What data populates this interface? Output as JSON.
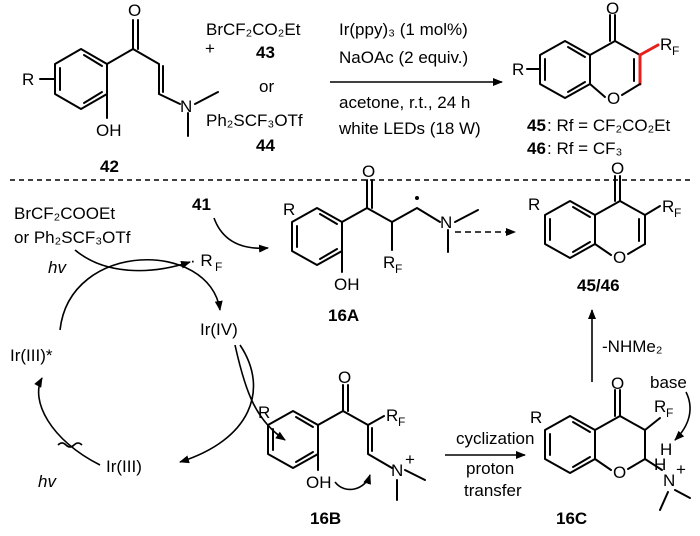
{
  "top": {
    "cpd42": "42",
    "reagent1": "BrCF₂CO₂Et",
    "reagent1_num": "43",
    "or_word": "or",
    "reagent2": "Ph₂SCF₃OTf",
    "reagent2_num": "44",
    "cond_catalyst": "Ir(ppy)₃ (1 mol%)",
    "cond_base": "NaOAc (2 equiv.)",
    "cond_solvent": "acetone, r.t., 24 h",
    "cond_light": "white LEDs (18 W)",
    "prod45_num": "45",
    "prod45_text": ": Rf = CF₂CO₂Et",
    "prod46_num": "46",
    "prod46_text": ": Rf = CF₃",
    "plus": "+"
  },
  "mech": {
    "reagent_line1": "BrCF₂COOEt",
    "reagent_line2": "or Ph₂SCF₃OTf",
    "hv1": "hv",
    "hv2": "hv",
    "radical_rf": "· R",
    "substrate_ref": "41",
    "ir4": "Ir(IV)",
    "ir3_star": "Ir(III)*",
    "ir3": "Ir(III)",
    "int_16A": "16A",
    "int_16B": "16B",
    "int_16C": "16C",
    "prod_label": "45/46",
    "step_cyclization": "cyclization",
    "step_proton": "proton",
    "step_transfer": "transfer",
    "elim": "-NHMe₂",
    "base": "base"
  },
  "atoms": {
    "R": "R",
    "RF": "R",
    "F": "F",
    "O": "O",
    "OH": "OH",
    "N": "N",
    "H": "H"
  }
}
